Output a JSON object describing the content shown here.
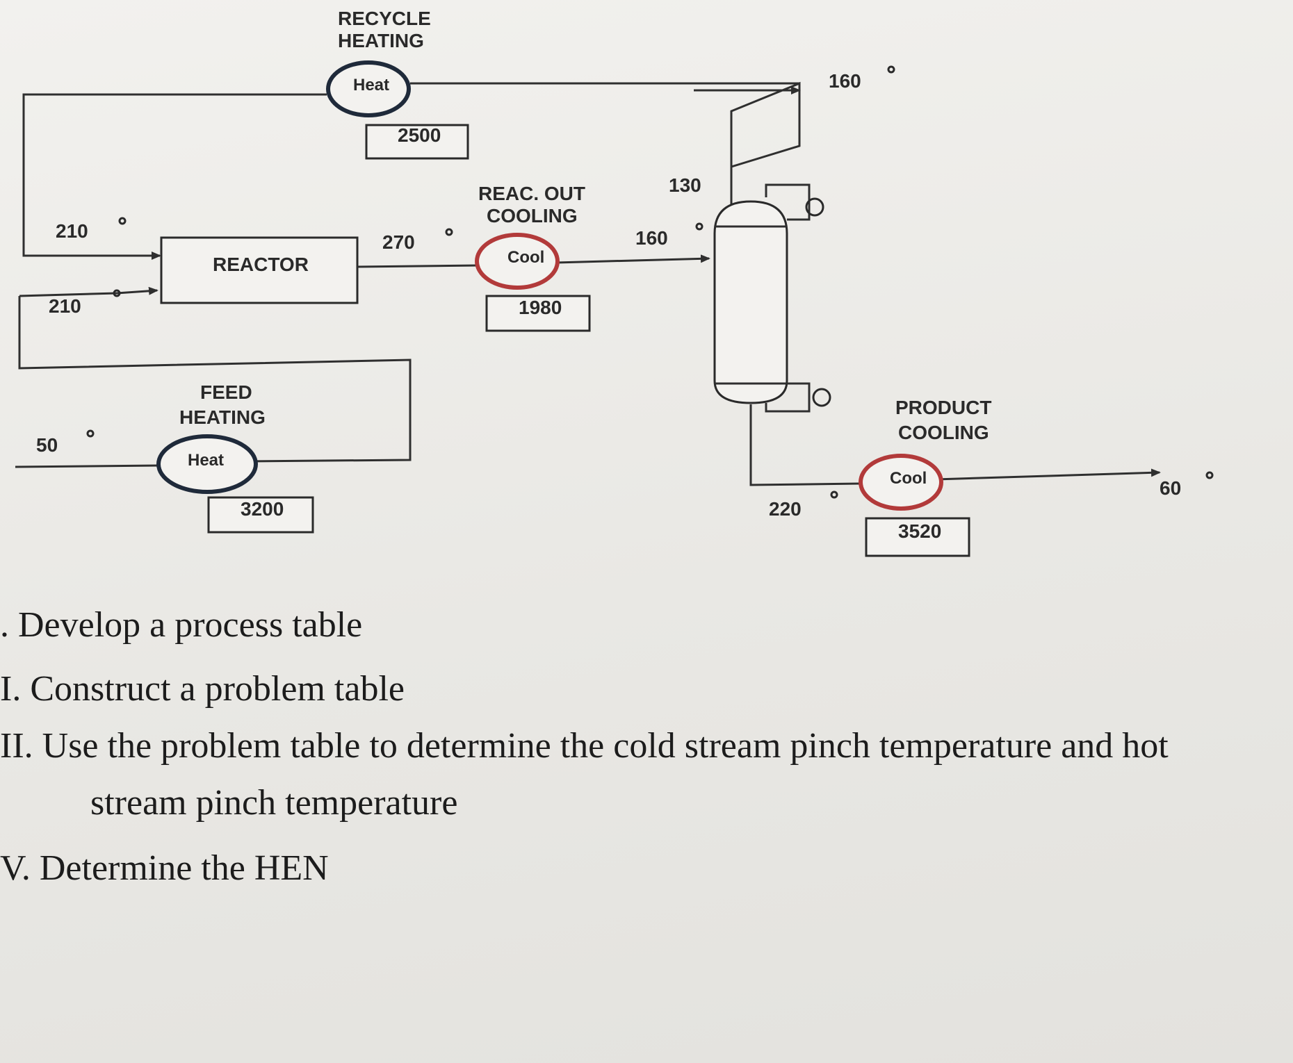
{
  "diagram": {
    "recycle_heating": {
      "title_line1": "RECYCLE",
      "title_line2": "HEATING",
      "unit_label": "Heat",
      "duty": "2500"
    },
    "reactor": {
      "label": "REACTOR"
    },
    "feed_heating": {
      "title_line1": "FEED",
      "title_line2": "HEATING",
      "unit_label": "Heat",
      "duty": "3200"
    },
    "reac_out_cooling": {
      "title_line1": "REAC. OUT",
      "title_line2": "COOLING",
      "unit_label": "Cool",
      "duty": "1980"
    },
    "product_cooling": {
      "title_line1": "PRODUCT",
      "title_line2": "COOLING",
      "unit_label": "Cool",
      "duty": "3520"
    },
    "temperatures": {
      "recycle_in": "210",
      "feed_in": "210",
      "feed_start": "50",
      "reactor_out": "270",
      "column_feed": "160",
      "column_top": "130",
      "recycle_out": "160",
      "column_bottom": "220",
      "product_out": "60"
    },
    "degree_symbol_color": "#2a2a2a",
    "heat_ring_color": "#1f2a3a",
    "cool_ring_color": "#b23a3a"
  },
  "questions": [
    {
      "number": ".",
      "text": "Develop a process table"
    },
    {
      "number": "I.",
      "text": "Construct a problem table"
    },
    {
      "number": "II.",
      "text": "Use the problem table to determine the cold stream pinch temperature and hot"
    },
    {
      "number": "",
      "text": "stream pinch temperature"
    },
    {
      "number": "V.",
      "text": "Determine the HEN"
    }
  ]
}
